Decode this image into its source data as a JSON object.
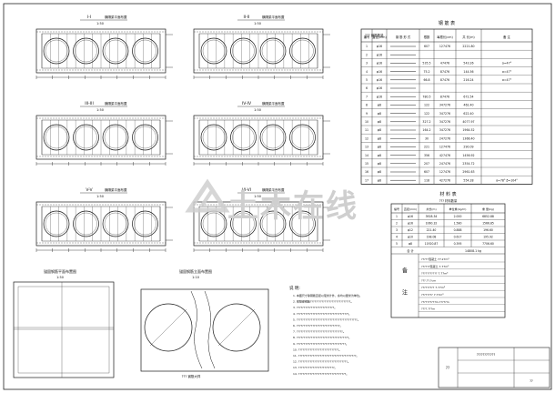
{
  "drawing": {
    "section_titles": [
      {
        "text": "I-I",
        "sub": "横隔梁平面布置",
        "scale": "1:50"
      },
      {
        "text": "II-II",
        "sub": "横隔梁平面布置",
        "scale": "1:50"
      },
      {
        "text": "III-III",
        "sub": "横隔梁平面布置",
        "scale": "1:50"
      },
      {
        "text": "IV-IV",
        "sub": "横隔梁平面布置",
        "scale": "1:50"
      },
      {
        "text": "V-V",
        "sub": "横隔梁平面布置",
        "scale": "1:50"
      },
      {
        "text": "VI-VI",
        "sub": "横隔梁平面布置",
        "scale": "1:50"
      }
    ],
    "detail_titles": [
      {
        "text": "锚固钢筋平面布置图",
        "scale": "1:50"
      },
      {
        "text": "锚固钢筋立面布置图",
        "scale": "1:10"
      }
    ],
    "detail_label": "??? 钢筋大样"
  },
  "rebar_table": {
    "title": "钢 筋 表",
    "subtitle": "??? 钢筋数量",
    "headers": [
      "编号",
      "直径(mm)",
      "钢 筋 形 式",
      "根数",
      "每根长(cm)",
      "共 长(m)",
      "备 注"
    ],
    "rows": [
      {
        "no": "1",
        "dia": "φ16",
        "shape": "",
        "count": "607",
        "len": "127476",
        "total": "2221.80",
        "note": ""
      },
      {
        "no": "2",
        "dia": "φ16",
        "shape": "",
        "count": "",
        "len": "",
        "total": "",
        "note": ""
      },
      {
        "no": "3",
        "dia": "φ16",
        "shape": "",
        "count": "535.5",
        "len": "47476",
        "total": "543.26",
        "note": "α=47°"
      },
      {
        "no": "4",
        "dia": "φ16",
        "shape": "",
        "count": "75.2",
        "len": "87476",
        "total": "144.56",
        "note": "α=47°"
      },
      {
        "no": "5",
        "dia": "φ16",
        "shape": "",
        "count": "66.8",
        "len": "87476",
        "total": "216.24",
        "note": "α=47°"
      },
      {
        "no": "6",
        "dia": "φ16",
        "shape": "",
        "count": "",
        "len": "",
        "total": "",
        "note": ""
      },
      {
        "no": "7",
        "dia": "φ16",
        "shape": "",
        "count": "780.5",
        "len": "87476",
        "total": "672.54",
        "note": ""
      },
      {
        "no": "8",
        "dia": "φ8",
        "shape": "",
        "count": "122",
        "len": "347276",
        "total": "462.40",
        "note": ""
      },
      {
        "no": "9",
        "dia": "φ8",
        "shape": "",
        "count": "122",
        "len": "347276",
        "total": "622.40",
        "note": ""
      },
      {
        "no": "10",
        "dia": "φ8",
        "shape": "",
        "count": "327.2",
        "len": "347276",
        "total": "4077.97",
        "note": ""
      },
      {
        "no": "11",
        "dia": "φ8",
        "shape": "",
        "count": "164.2",
        "len": "347276",
        "total": "1964.52",
        "note": ""
      },
      {
        "no": "12",
        "dia": "φ8",
        "shape": "",
        "count": "30",
        "len": "247276",
        "total": "1366.40",
        "note": ""
      },
      {
        "no": "13",
        "dia": "φ8",
        "shape": "",
        "count": "221",
        "len": "127476",
        "total": "290.09",
        "note": ""
      },
      {
        "no": "14",
        "dia": "φ8",
        "shape": "",
        "count": "356",
        "len": "427476",
        "total": "1456.92",
        "note": ""
      },
      {
        "no": "15",
        "dia": "φ8",
        "shape": "",
        "count": "207",
        "len": "247476",
        "total": "2354.72",
        "note": ""
      },
      {
        "no": "16",
        "dia": "φ8",
        "shape": "",
        "count": "607",
        "len": "127476",
        "total": "2961.63",
        "note": ""
      },
      {
        "no": "17",
        "dia": "φ8",
        "shape": "",
        "count": "118",
        "len": "427276",
        "total": "554.28",
        "note": "α=78° β=104°"
      }
    ]
  },
  "material_table": {
    "title": "材 料 表",
    "subtitle": "??? 材料数量",
    "headers": [
      "编号",
      "直径(mm)",
      "共长(m)",
      "单位重(kg/m)",
      "重 量(kg)"
    ],
    "rows": [
      {
        "no": "1",
        "dia": "φ16",
        "len": "3928.34",
        "unit": "2.000",
        "wt": "6852.88"
      },
      {
        "no": "2",
        "dia": "φ16",
        "len": "1060.32",
        "unit": "1.580",
        "wt": "1566.85"
      },
      {
        "no": "3",
        "dia": "φ12",
        "len": "221.40",
        "unit": "0.888",
        "wt": "196.60"
      },
      {
        "no": "4",
        "dia": "φ10",
        "len": "198.08",
        "unit": "0.617",
        "wt": "195.92"
      },
      {
        "no": "5",
        "dia": "φ8",
        "len": "11920.87",
        "unit": "0.395",
        "wt": "7706.60"
      }
    ],
    "total_label": "合 计",
    "total_value": "14808.1 kg",
    "notes_label_1": "备",
    "notes_label_2": "注",
    "notes": [
      "?????混凝土 77.27m³",
      "??????混凝土 7.77m³",
      "??????????? 7.77m³",
      "???.??.?cm",
      "????????? 7.77m³",
      "???????? 7.77m³",
      "??????????m.?????m",
      "????.???m"
    ]
  },
  "general_notes": {
    "title": "说 明:",
    "lines": [
      "1. 本图尺寸除钢筋直径以毫米计外，余均以厘米为单位。",
      "2. 横隔梁钢筋????????????????????????????。",
      "3. ??????????????????????????。",
      "4. ????????????????????????????????????。",
      "5. ??????????????????????????????????????????。",
      "6. ??????????????????????????????。",
      "7. ????????????????????????????????。",
      "8. ????????????????????????????????????。",
      "9. ??????????????????????????????????。",
      "10. ????????????????????????????。",
      "11. ????????????????????????????????????????。",
      "12. ??????????????????????????????????。",
      "13. ?????????????????????????。",
      "14. ?????????????????????????????????。"
    ]
  },
  "title_block": {
    "logo": "??",
    "title": "????????????",
    "drawing_no": "??"
  },
  "watermark": {
    "text": "土木在线"
  },
  "colors": {
    "line": "#1a1a1a",
    "watermark": "#cfcfcf"
  }
}
